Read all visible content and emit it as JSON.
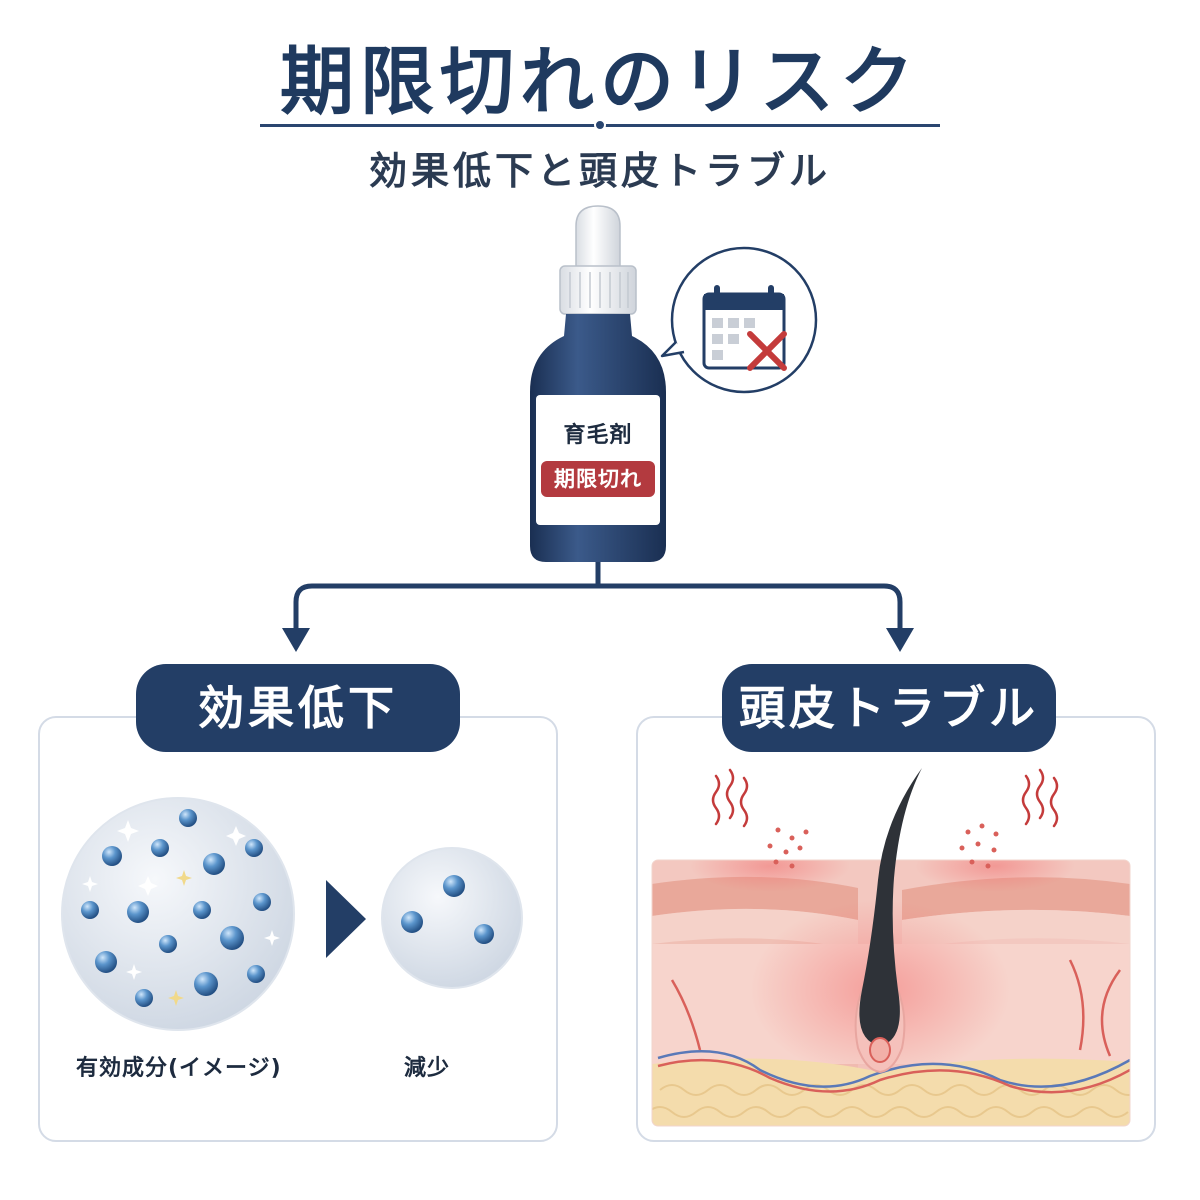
{
  "header": {
    "title": "期限切れのリスク",
    "subtitle": "効果低下と頭皮トラブル"
  },
  "bottle": {
    "name": "育毛剤",
    "status": "期限切れ"
  },
  "branches": {
    "left": {
      "label": "効果低下",
      "before_caption": "有効成分(イメージ)",
      "after_caption": "減少"
    },
    "right": {
      "label": "頭皮トラブル"
    }
  },
  "colors": {
    "navy": "#233e66",
    "danger_red": "#b33a3f",
    "panel_border": "#d4dbe6"
  }
}
